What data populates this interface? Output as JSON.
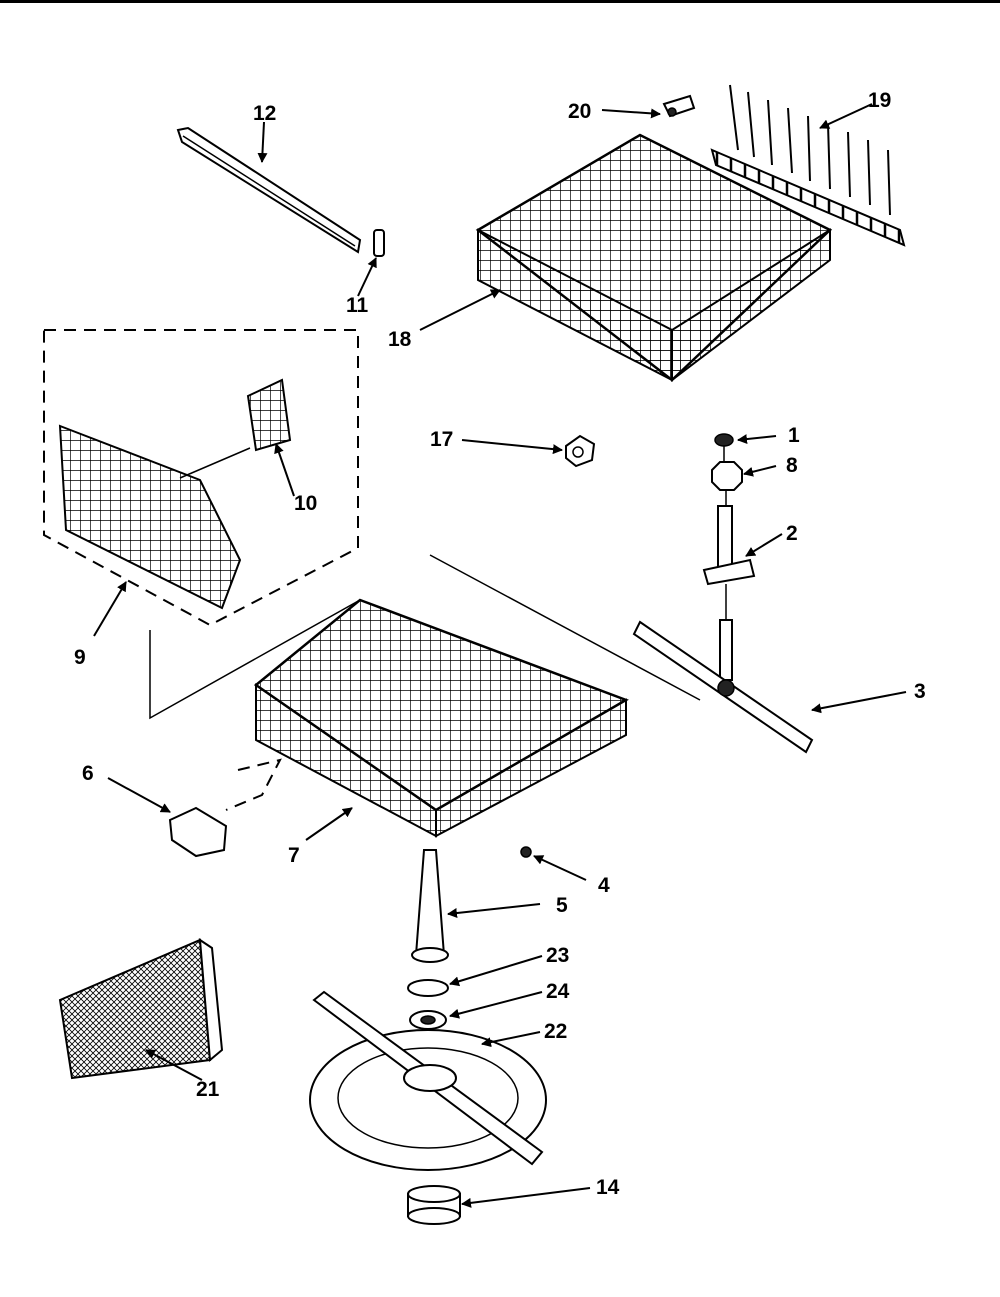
{
  "diagram": {
    "part_labels": {
      "p1": "1",
      "p2": "2",
      "p3": "3",
      "p4": "4",
      "p5": "5",
      "p6": "6",
      "p7": "7",
      "p8": "8",
      "p9": "9",
      "p10": "10",
      "p11": "11",
      "p12": "12",
      "p14": "14",
      "p17": "17",
      "p18": "18",
      "p19": "19",
      "p20": "20",
      "p21": "21",
      "p22": "22",
      "p23": "23",
      "p24": "24"
    }
  }
}
